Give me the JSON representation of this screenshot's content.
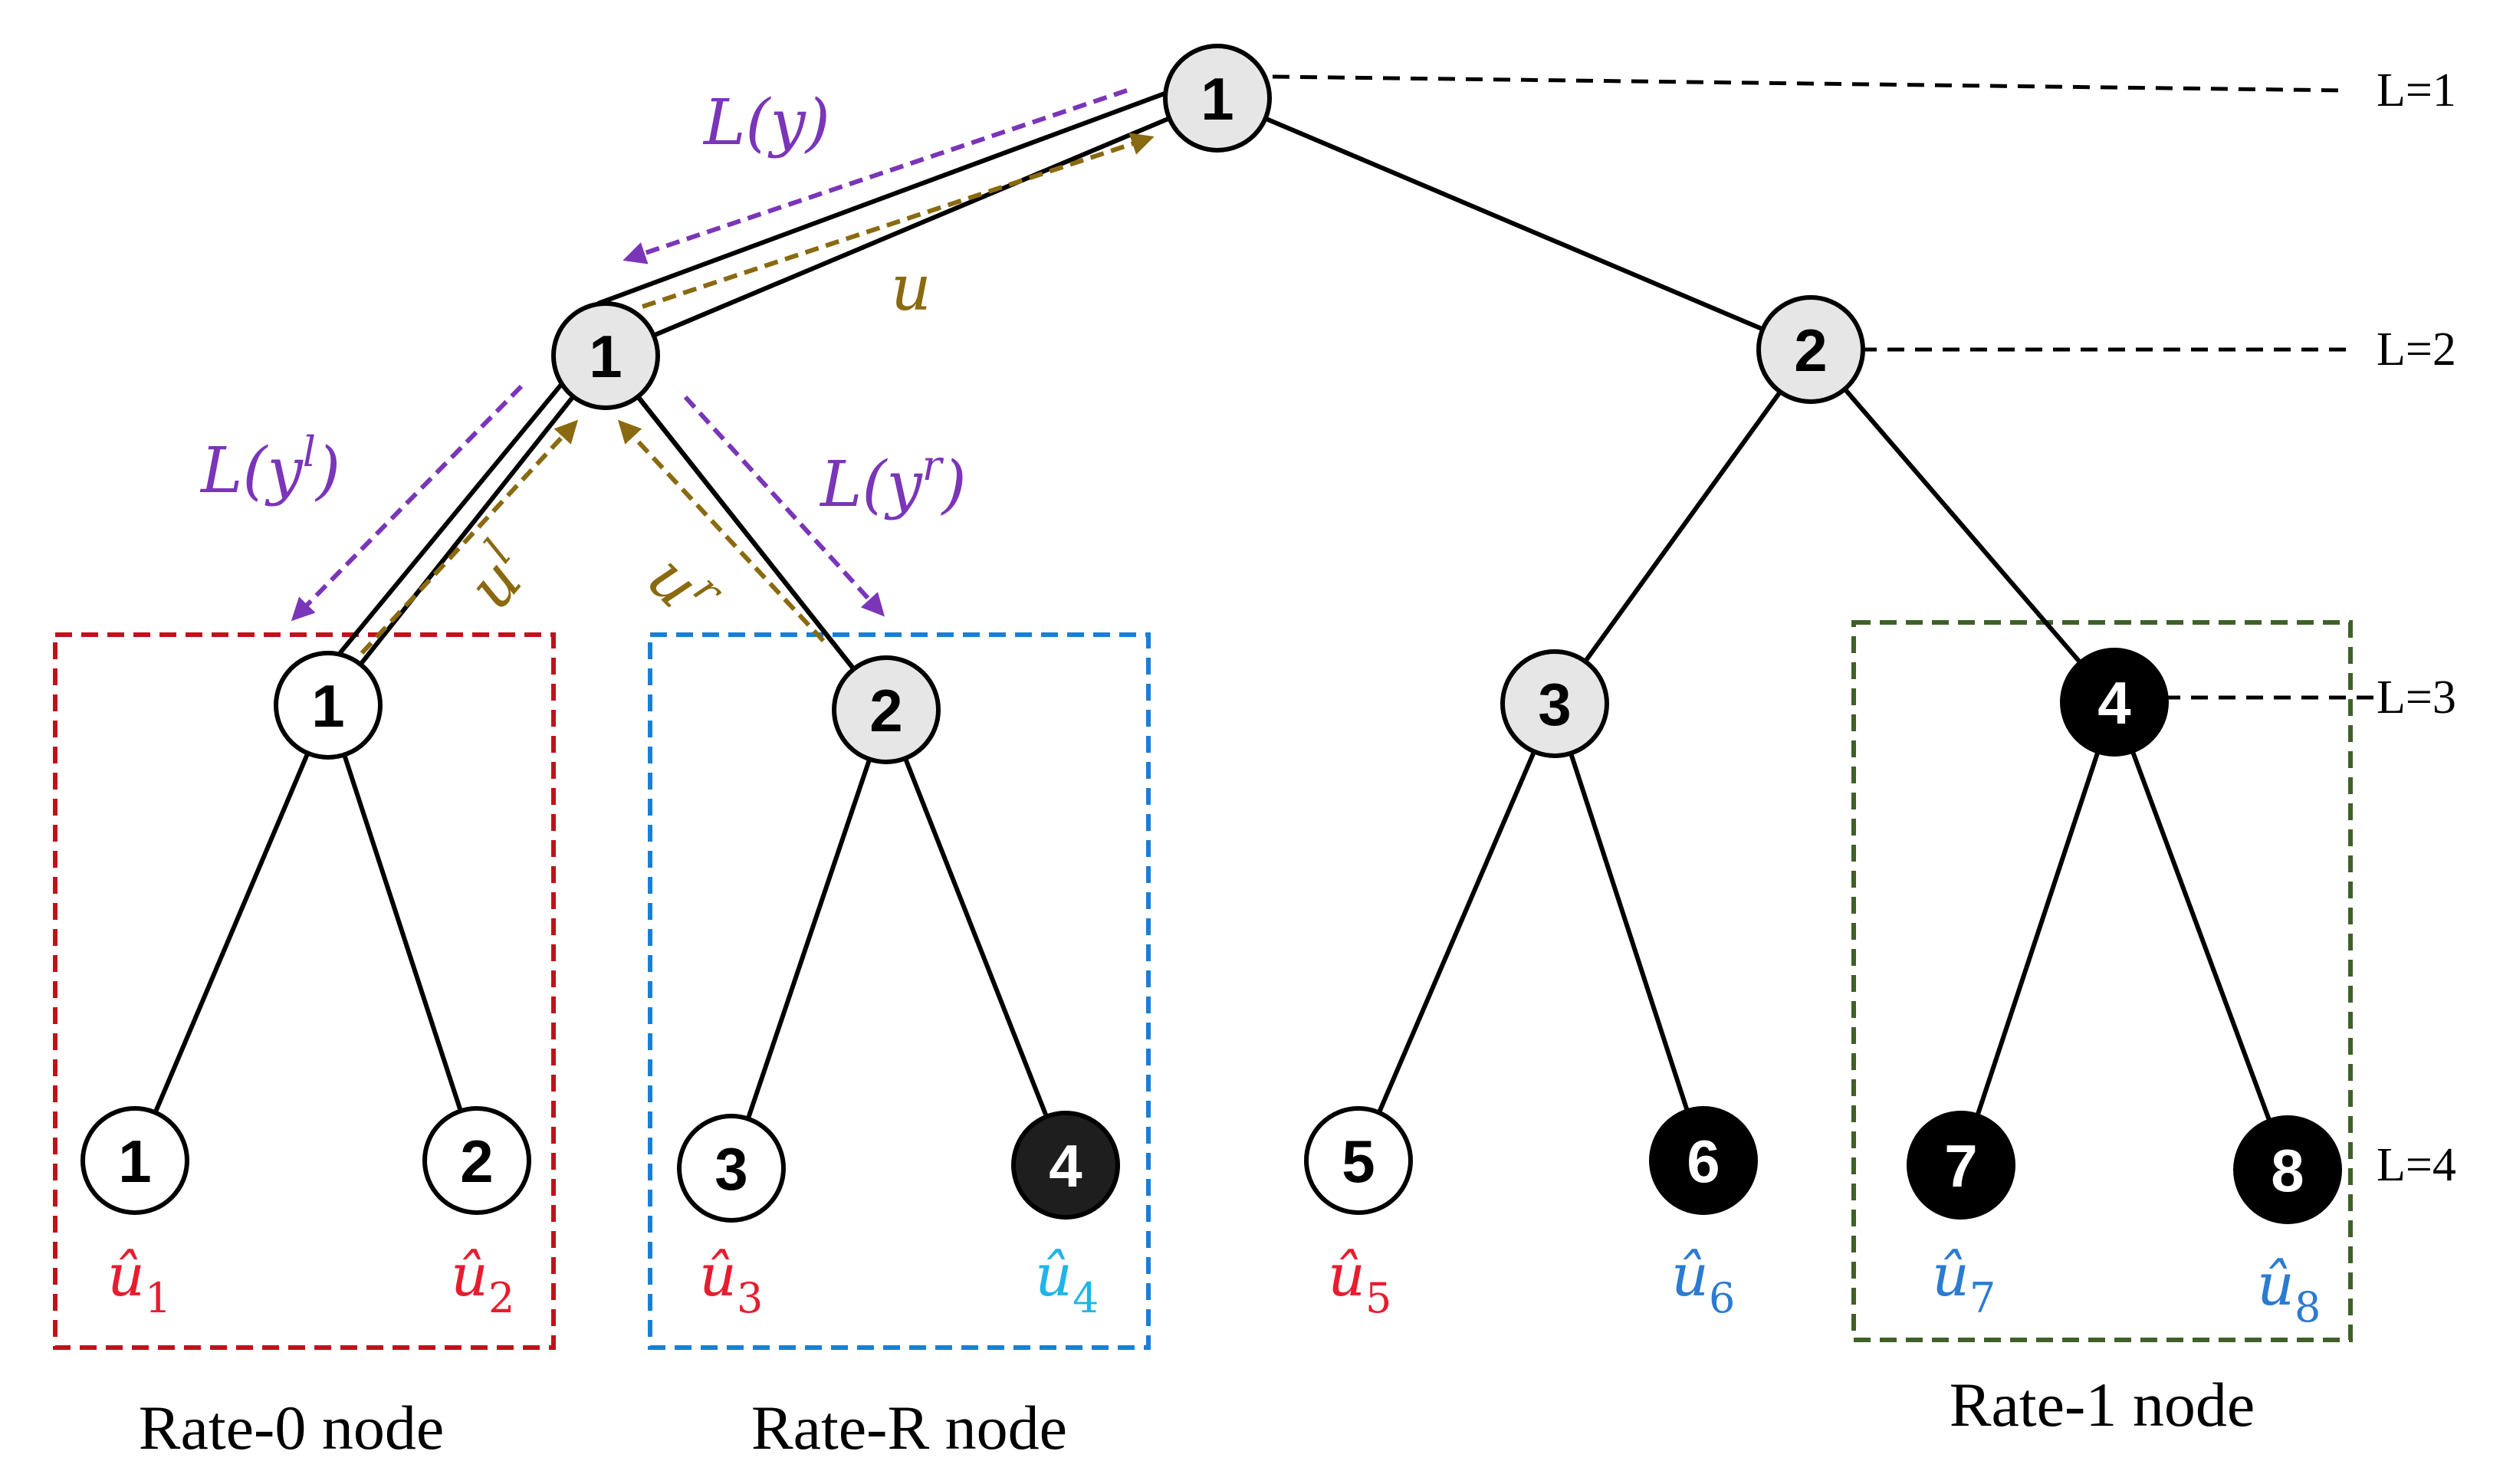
{
  "colors": {
    "gray_fill": "#e6e6e6",
    "black_fill": "#000000",
    "dark_fill": "#1e1e1e",
    "white_fill": "#ffffff",
    "purple": "#7a35b8",
    "gold": "#8a6a10",
    "red": "#e81c2e",
    "blue": "#2b7bd1",
    "lightblue": "#20b4e8",
    "box_red": "#c0121c",
    "box_blue": "#1a7fd4",
    "box_green": "#3f6128"
  },
  "levels": [
    "L=1",
    "L=2",
    "L=3",
    "L=4"
  ],
  "nodes": [
    {
      "id": "r",
      "label": "1",
      "fill": "gray"
    },
    {
      "id": "a",
      "label": "1",
      "fill": "gray"
    },
    {
      "id": "b",
      "label": "2",
      "fill": "gray"
    },
    {
      "id": "c1",
      "label": "1",
      "fill": "white"
    },
    {
      "id": "c2",
      "label": "2",
      "fill": "gray"
    },
    {
      "id": "c3",
      "label": "3",
      "fill": "gray"
    },
    {
      "id": "c4",
      "label": "4",
      "fill": "black"
    },
    {
      "id": "d1",
      "label": "1",
      "fill": "white"
    },
    {
      "id": "d2",
      "label": "2",
      "fill": "white"
    },
    {
      "id": "d3",
      "label": "3",
      "fill": "white"
    },
    {
      "id": "d4",
      "label": "4",
      "fill": "dark"
    },
    {
      "id": "d5",
      "label": "5",
      "fill": "white"
    },
    {
      "id": "d6",
      "label": "6",
      "fill": "black"
    },
    {
      "id": "d7",
      "label": "7",
      "fill": "black"
    },
    {
      "id": "d8",
      "label": "8",
      "fill": "black"
    }
  ],
  "edges": [
    [
      "r",
      "a"
    ],
    [
      "r",
      "b"
    ],
    [
      "a",
      "c1"
    ],
    [
      "a",
      "c2"
    ],
    [
      "b",
      "c3"
    ],
    [
      "b",
      "c4"
    ],
    [
      "c1",
      "d1"
    ],
    [
      "c1",
      "d2"
    ],
    [
      "c2",
      "d3"
    ],
    [
      "c2",
      "d4"
    ],
    [
      "c3",
      "d5"
    ],
    [
      "c3",
      "d6"
    ],
    [
      "c4",
      "d7"
    ],
    [
      "c4",
      "d8"
    ]
  ],
  "leaf_labels": [
    {
      "text": "û",
      "sub": "1",
      "color": "red"
    },
    {
      "text": "û",
      "sub": "2",
      "color": "red"
    },
    {
      "text": "û",
      "sub": "3",
      "color": "red"
    },
    {
      "text": "û",
      "sub": "4",
      "color": "lightblue"
    },
    {
      "text": "û",
      "sub": "5",
      "color": "red"
    },
    {
      "text": "û",
      "sub": "6",
      "color": "blue"
    },
    {
      "text": "û",
      "sub": "7",
      "color": "blue"
    },
    {
      "text": "û",
      "sub": "8",
      "color": "blue"
    }
  ],
  "messages": {
    "L_y": "L(y)",
    "u": "u",
    "L_yl": "L(y",
    "L_yl_sup": "l",
    "L_yr": "L(y",
    "L_yr_sup": "r",
    "close": ")",
    "u_l": "u",
    "u_l_sup": "l",
    "u_r": "u",
    "u_r_sup": "r"
  },
  "boxes": [
    {
      "label": "Rate-0 node",
      "color": "box_red"
    },
    {
      "label": "Rate-R node",
      "color": "box_blue"
    },
    {
      "label": "Rate-1 node",
      "color": "box_green"
    }
  ]
}
